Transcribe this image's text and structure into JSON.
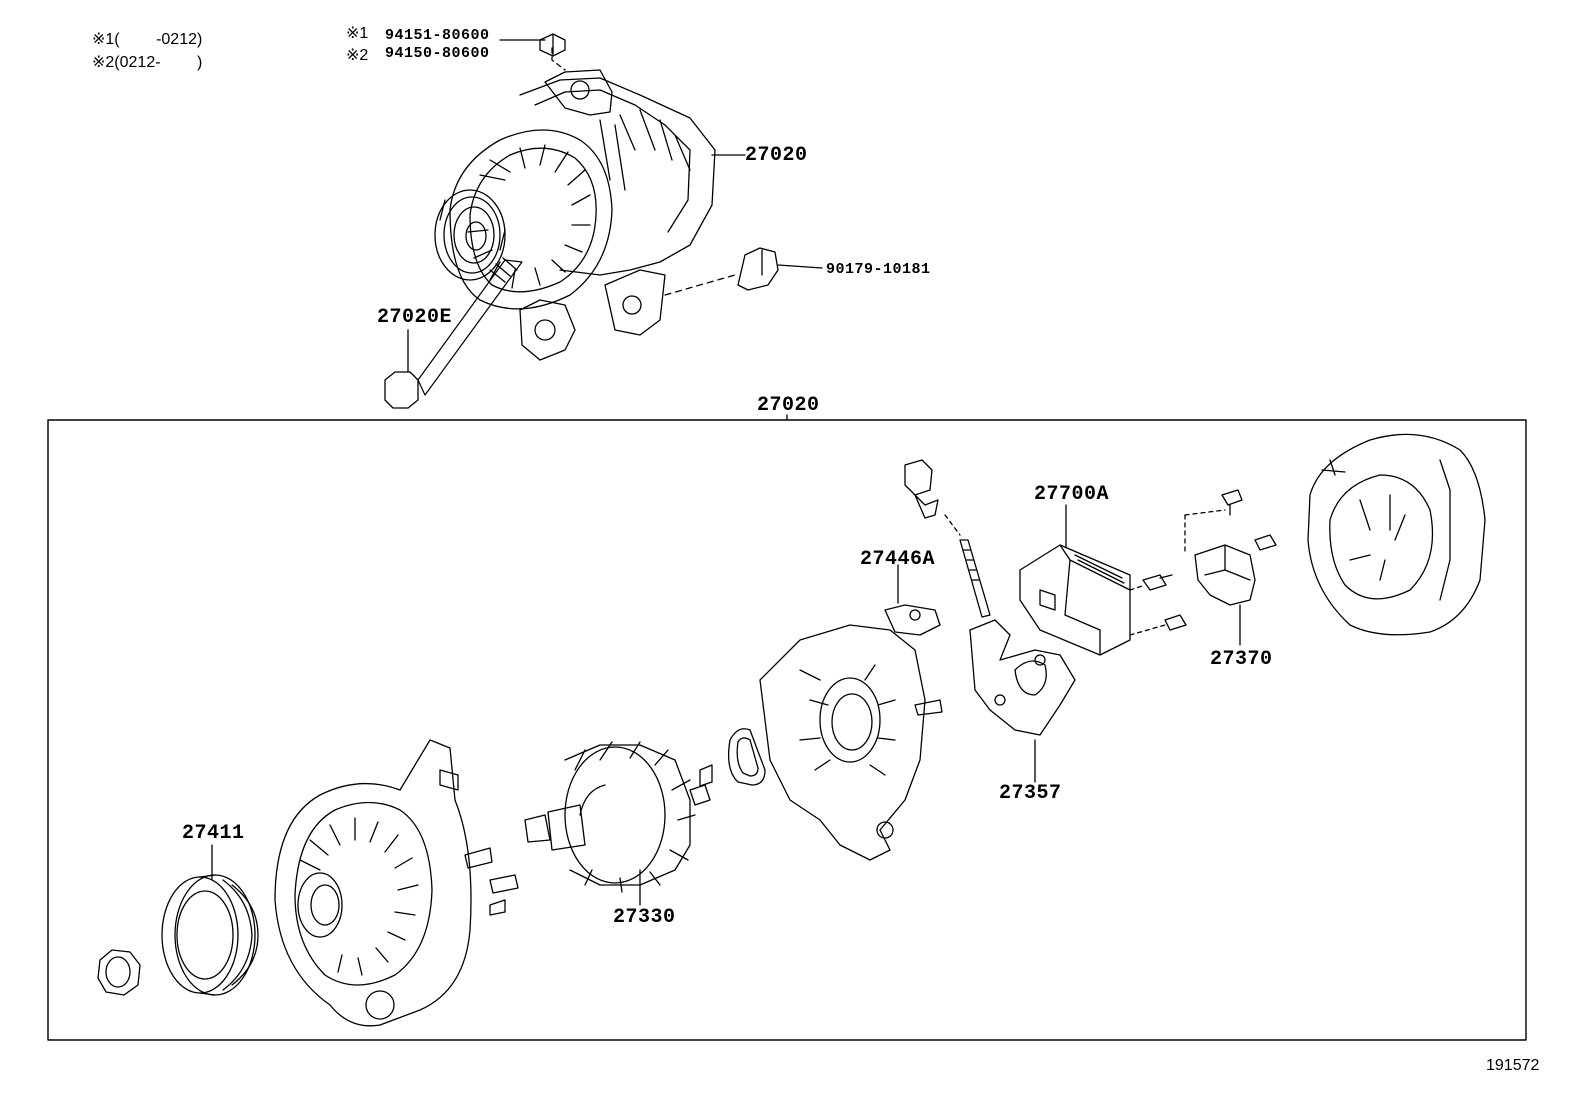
{
  "notes": {
    "note1": "※1(　　 -0212)",
    "note2": "※2(0212-　　 )"
  },
  "nut_notes": {
    "ref1_mark": "※1",
    "ref1_part": "94151-80600",
    "ref2_mark": "※2",
    "ref2_part": "94150-80600"
  },
  "labels": {
    "alternator_assy": "27020",
    "bolt": "27020E",
    "clip": "90179-10181",
    "box_title": "27020",
    "regulator": "27700A",
    "insulator": "27446A",
    "terminal_cover": "27370",
    "brush_holder": "27357",
    "pulley": "27411",
    "rotor": "27330"
  },
  "figure_number": "191572"
}
